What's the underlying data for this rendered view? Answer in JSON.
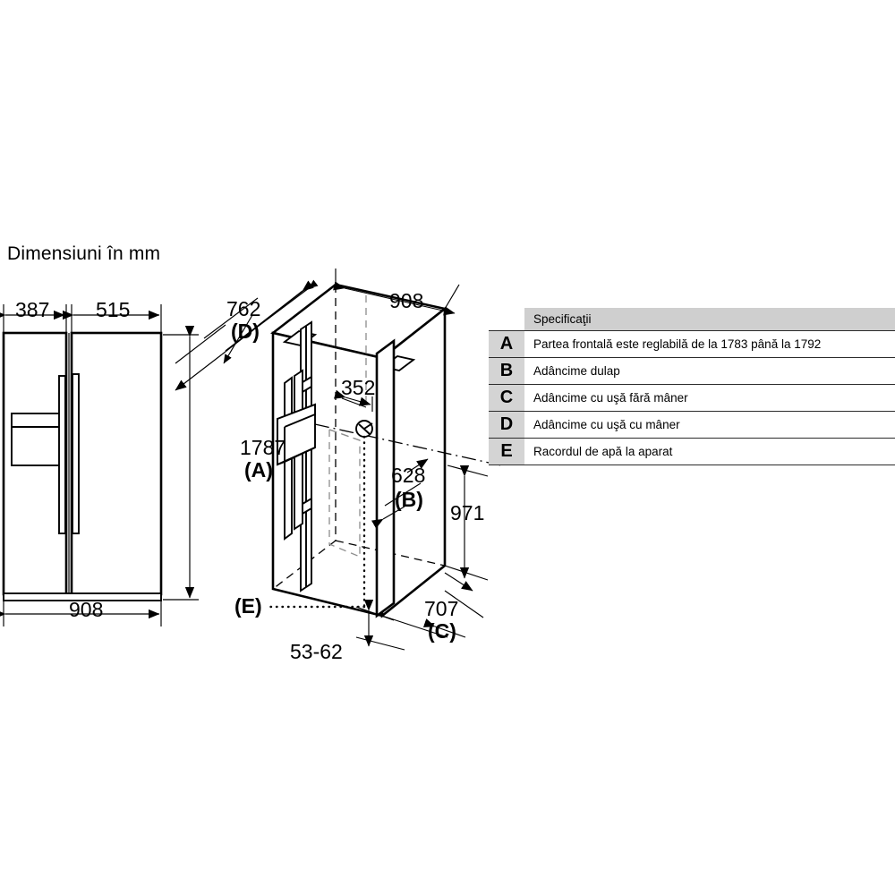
{
  "title": "Dimensiuni în mm",
  "front_view": {
    "width_left_door": "387",
    "width_right_door": "515",
    "total_width": "908",
    "height_value": "1787",
    "height_ref": "(A)"
  },
  "iso_view": {
    "depth_with_handle": "762",
    "depth_with_handle_ref": "(D)",
    "width": "908",
    "water_offset": "352",
    "cabinet_depth": "628",
    "cabinet_depth_ref": "(B)",
    "height_to_connection": "971",
    "door_depth_no_handle": "707",
    "door_depth_no_handle_ref": "(C)",
    "plinth_height": "53-62",
    "water_connection_ref": "(E)"
  },
  "table": {
    "header_key": "",
    "header_label": "Specificaţii",
    "rows": [
      {
        "key": "A",
        "label": "Partea frontală este reglabilă de la 1783 până la 1792"
      },
      {
        "key": "B",
        "label": "Adâncime dulap"
      },
      {
        "key": "C",
        "label": "Adâncime cu uşă fără mâner"
      },
      {
        "key": "D",
        "label": "Adâncime cu uşă cu mâner"
      },
      {
        "key": "E",
        "label": "Racordul de apă la aparat"
      }
    ]
  },
  "colors": {
    "line": "#000000",
    "hidden_line": "#8d8d8d",
    "table_header_bg": "#cfcfcf",
    "table_key_bg": "#d4d4d4",
    "background": "#ffffff"
  }
}
